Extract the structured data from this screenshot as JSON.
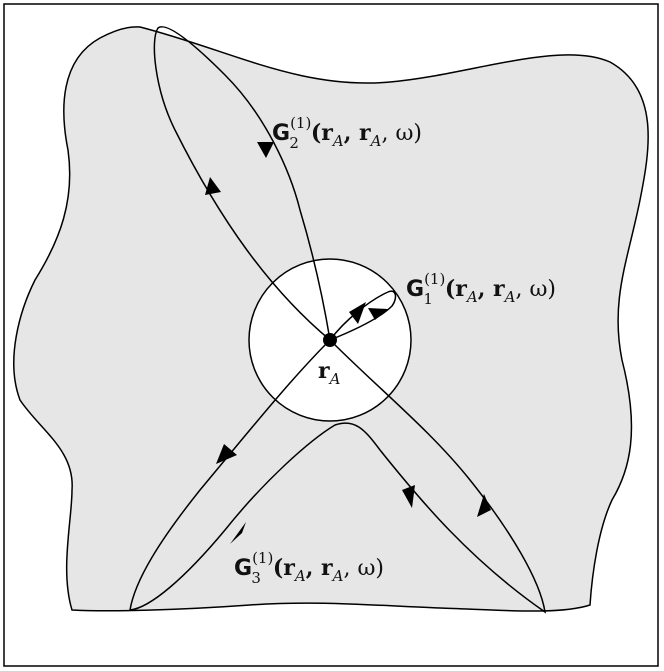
{
  "labels": {
    "g1": {
      "sym": "G",
      "sub": "1",
      "sup": "(1)",
      "args": "(r",
      "argSubA": "A",
      "mid": ", r",
      "argSubB": "A",
      "tail": ", ω)"
    },
    "g2": {
      "sym": "G",
      "sub": "2",
      "sup": "(1)",
      "args": "(r",
      "argSubA": "A",
      "mid": ", r",
      "argSubB": "A",
      "tail": ", ω)"
    },
    "g3": {
      "sym": "G",
      "sub": "3",
      "sup": "(1)",
      "args": "(r",
      "argSubA": "A",
      "mid": ", r",
      "argSubB": "A",
      "tail": ", ω)"
    },
    "point": {
      "sym": "r",
      "sub": "A"
    }
  },
  "colors": {
    "region_fill": "#e6e6e6",
    "stroke": "#000000",
    "inner_circle_fill": "#ffffff"
  }
}
